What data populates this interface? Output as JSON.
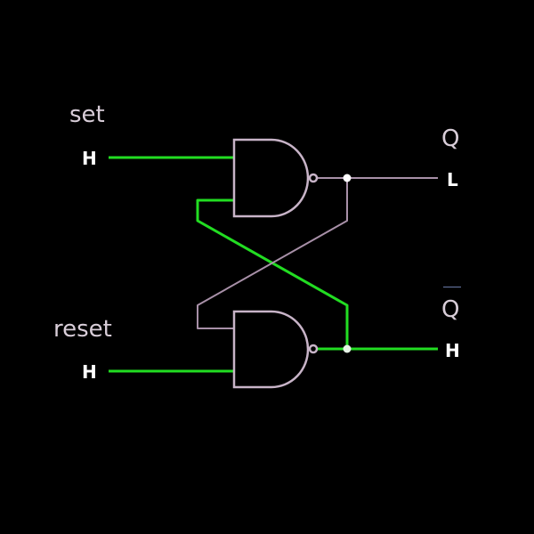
{
  "inputs": {
    "set": {
      "label": "set",
      "level": "H"
    },
    "reset": {
      "label": "reset",
      "level": "H"
    }
  },
  "outputs": {
    "q": {
      "label": "Q",
      "level": "L"
    },
    "q_bar": {
      "label": "Q",
      "level": "H"
    }
  },
  "colors": {
    "high": "#22dd22",
    "low": "#b8a0b8",
    "gate": "#c8b4c8",
    "background": "#000000"
  }
}
